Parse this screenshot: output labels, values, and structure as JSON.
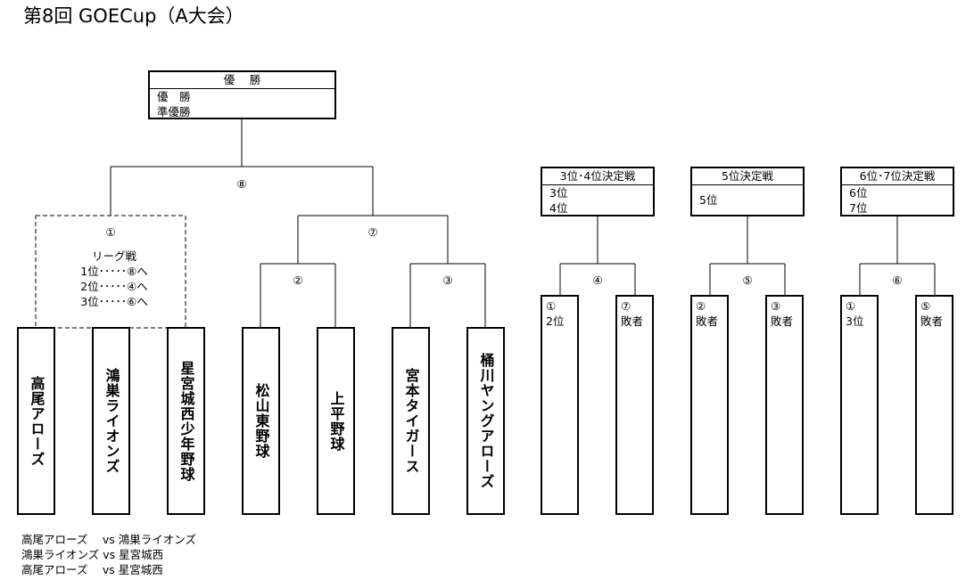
{
  "title": "第8回 GOECup（A大会）",
  "champion_box": {
    "header": "優　 勝",
    "rows": [
      "優　勝",
      "準優勝"
    ]
  },
  "place_boxes": [
    {
      "header": "3位･4位決定戦",
      "rows": [
        "3位",
        "4位"
      ]
    },
    {
      "header": "5位決定戦",
      "rows": [
        "5位"
      ]
    },
    {
      "header": "6位･7位決定戦",
      "rows": [
        "6位",
        "7位"
      ]
    }
  ],
  "match_numbers": [
    "⑧",
    "⑦",
    "①",
    "②",
    "③",
    "④",
    "⑤",
    "⑥"
  ],
  "league": {
    "label": "リーグ戦",
    "rows": [
      "1位･････⑧へ",
      "2位･････④へ",
      "3位･････⑥へ"
    ]
  },
  "teams": [
    "高尾アローズ",
    "鴻巣ライオンズ",
    "星宮城西少年野球",
    "松山東野球",
    "上平野球",
    "宮本タイガース",
    "桶川ヤングアローズ"
  ],
  "slots": [
    {
      "num": "①",
      "label": "2位"
    },
    {
      "num": "⑦",
      "label": "敗者"
    },
    {
      "num": "②",
      "label": "敗者"
    },
    {
      "num": "③",
      "label": "敗者"
    },
    {
      "num": "①",
      "label": "3位"
    },
    {
      "num": "⑤",
      "label": "敗者"
    }
  ],
  "league_matches": [
    "高尾アローズ　 vs 鴻巣ライオンズ",
    "鴻巣ライオンズ vs 星宮城西",
    "高尾アローズ　 vs 星宮城西"
  ]
}
